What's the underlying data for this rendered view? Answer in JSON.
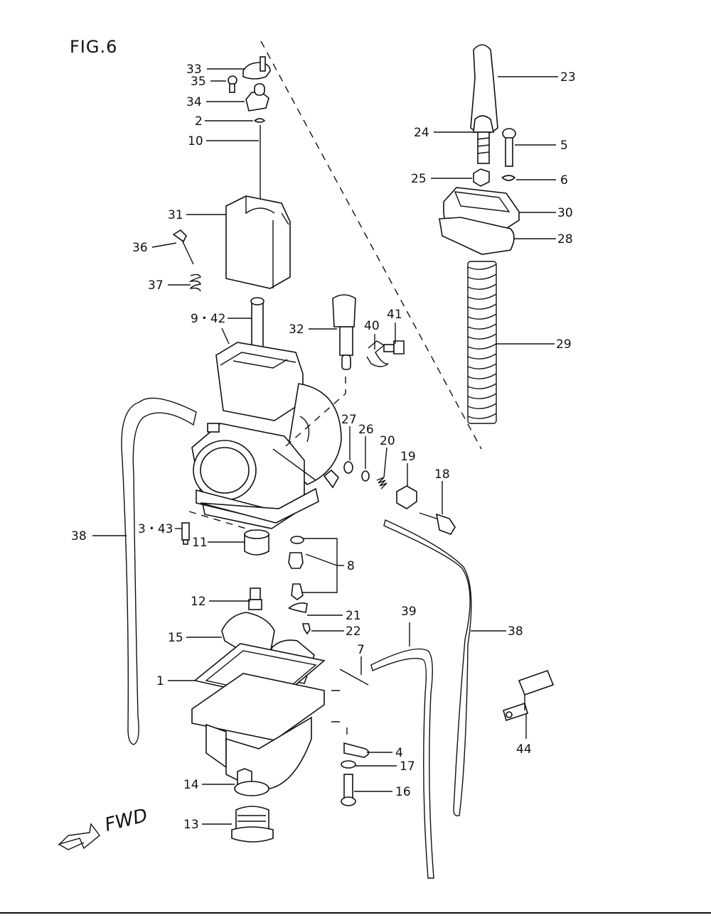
{
  "figure_title": "FIG.6",
  "direction_label": "FWD",
  "parts": [
    {
      "id": "p33",
      "label": "33"
    },
    {
      "id": "p35",
      "label": "35"
    },
    {
      "id": "p34",
      "label": "34"
    },
    {
      "id": "p2",
      "label": "2"
    },
    {
      "id": "p10",
      "label": "10"
    },
    {
      "id": "p31",
      "label": "31"
    },
    {
      "id": "p36",
      "label": "36"
    },
    {
      "id": "p37",
      "label": "37"
    },
    {
      "id": "p9_42",
      "label": "9・42"
    },
    {
      "id": "p32",
      "label": "32"
    },
    {
      "id": "p40",
      "label": "40"
    },
    {
      "id": "p41",
      "label": "41"
    },
    {
      "id": "p23",
      "label": "23"
    },
    {
      "id": "p24",
      "label": "24"
    },
    {
      "id": "p5",
      "label": "5"
    },
    {
      "id": "p25",
      "label": "25"
    },
    {
      "id": "p6",
      "label": "6"
    },
    {
      "id": "p30",
      "label": "30"
    },
    {
      "id": "p28",
      "label": "28"
    },
    {
      "id": "p29",
      "label": "29"
    },
    {
      "id": "p27",
      "label": "27"
    },
    {
      "id": "p26",
      "label": "26"
    },
    {
      "id": "p20",
      "label": "20"
    },
    {
      "id": "p19",
      "label": "19"
    },
    {
      "id": "p18",
      "label": "18"
    },
    {
      "id": "p38a",
      "label": "38"
    },
    {
      "id": "p3_43",
      "label": "3・43"
    },
    {
      "id": "p11",
      "label": "11"
    },
    {
      "id": "p8",
      "label": "8"
    },
    {
      "id": "p12",
      "label": "12"
    },
    {
      "id": "p21",
      "label": "21"
    },
    {
      "id": "p22",
      "label": "22"
    },
    {
      "id": "p39",
      "label": "39"
    },
    {
      "id": "p38b",
      "label": "38"
    },
    {
      "id": "p15",
      "label": "15"
    },
    {
      "id": "p7",
      "label": "7"
    },
    {
      "id": "p1",
      "label": "1"
    },
    {
      "id": "p4",
      "label": "4"
    },
    {
      "id": "p17",
      "label": "17"
    },
    {
      "id": "p44",
      "label": "44"
    },
    {
      "id": "p14",
      "label": "14"
    },
    {
      "id": "p16",
      "label": "16"
    },
    {
      "id": "p13",
      "label": "13"
    }
  ]
}
